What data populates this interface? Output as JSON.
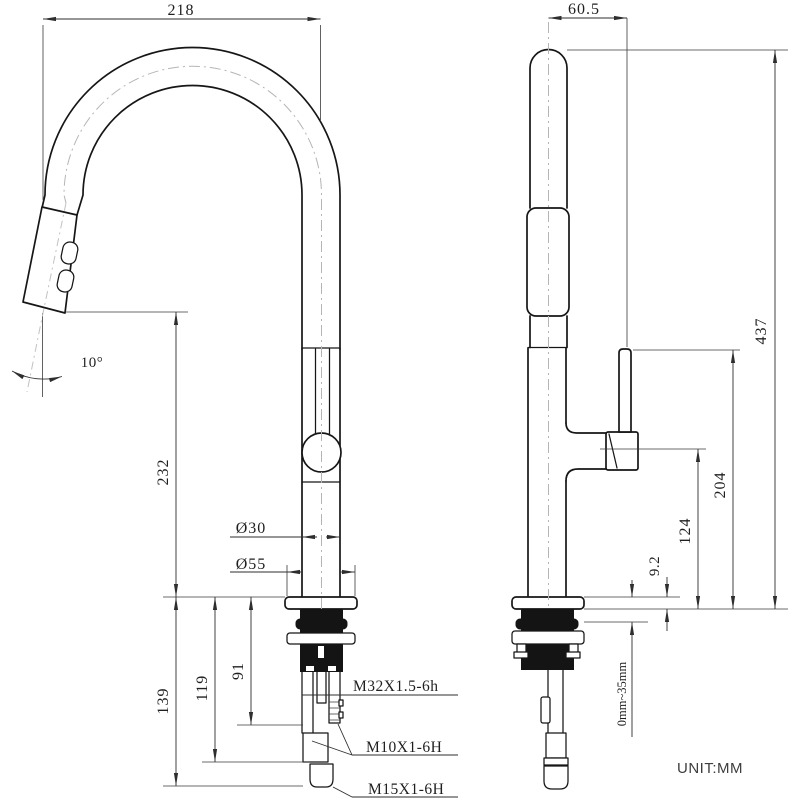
{
  "drawing": {
    "type": "technical-dimension-drawing",
    "subject": "pull-down kitchen faucet, two orthographic views",
    "unit_note": "UNIT:MM",
    "colors": {
      "line": "#161616",
      "dimension": "#2e2e2e",
      "centerline": "#b5b5b5",
      "dark_fill": "#141414",
      "background": "#ffffff"
    },
    "side_view": {
      "dimensions": {
        "spout_reach": "218",
        "spout_height_above_deck": "232",
        "nozzle_angle": "10°",
        "body_diameter": "Ø30",
        "base_diameter": "Ø55",
        "under_deck_port1_depth": "91",
        "under_deck_port2_depth": "119",
        "under_deck_total_depth": "139"
      },
      "thread_labels": {
        "shank_thread": "M32X1.5-6h",
        "mid_port_thread": "M10X1-6H",
        "end_port_thread": "M15X1-6H"
      }
    },
    "front_view": {
      "dimensions": {
        "handle_offset_from_center": "60.5",
        "total_height": "437",
        "handle_top_height": "204",
        "handle_pivot_height": "124",
        "flange_thickness": "9.2",
        "deck_thickness_range": "0mm~35mm"
      }
    }
  }
}
